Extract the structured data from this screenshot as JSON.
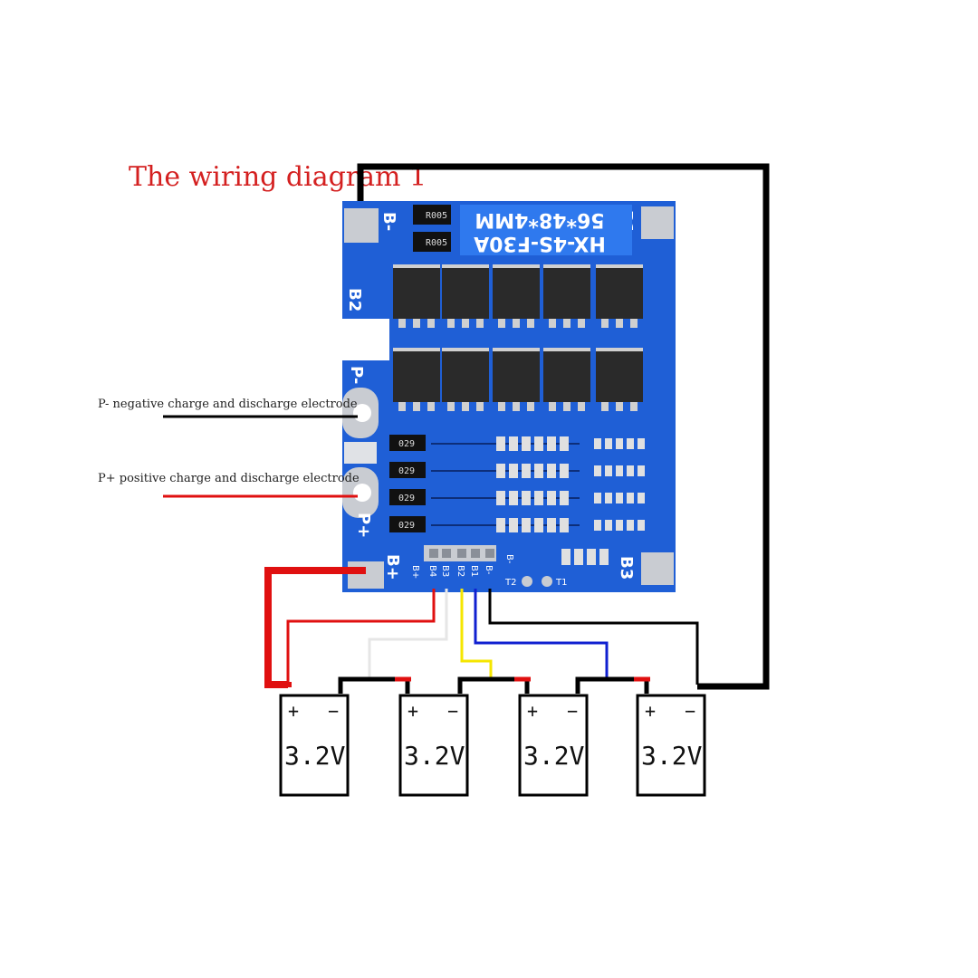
{
  "title": "The wiring diagram 1",
  "board": {
    "model_line1": "56*48*4MM",
    "model_line2": "HX-4S-F30A",
    "pads": {
      "b_minus": "B-",
      "b2": "B2",
      "p_minus": "P-",
      "p_plus": "P+",
      "b_plus": "B+",
      "b1": "B1",
      "b3": "B3"
    },
    "connector": [
      "B+",
      "B4",
      "B3",
      "B2",
      "B1",
      "B-"
    ],
    "b_minus_small": "B-",
    "thermistors": [
      "T2",
      "T1"
    ],
    "resistor_codes": [
      "R005",
      "R005"
    ],
    "shunt_codes": [
      "029",
      "029",
      "029",
      "029"
    ],
    "colors": {
      "pcb": "#1f5fd6",
      "pcb_dark": "#1a4fb8",
      "pad": "#c9ccd2",
      "mosfet": "#2a2a2a"
    }
  },
  "notes": {
    "p_minus": "P- negative charge and discharge electrode",
    "p_plus": "P+ positive charge and discharge electrode"
  },
  "cells": [
    {
      "plus": "+",
      "minus": "−",
      "voltage": "3.2V"
    },
    {
      "plus": "+",
      "minus": "−",
      "voltage": "3.2V"
    },
    {
      "plus": "+",
      "minus": "−",
      "voltage": "3.2V"
    },
    {
      "plus": "+",
      "minus": "−",
      "voltage": "3.2V"
    }
  ],
  "wire_colors": {
    "red": "#e01010",
    "black": "#000000",
    "white": "#e8e8e8",
    "yellow": "#f5e600",
    "blue": "#1020d0"
  }
}
